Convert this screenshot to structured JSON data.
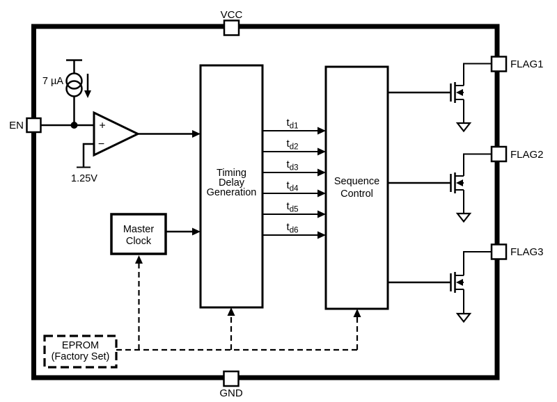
{
  "colors": {
    "line": "#000000",
    "background": "#ffffff"
  },
  "pins": {
    "vcc": {
      "label": "VCC"
    },
    "gnd": {
      "label": "GND"
    },
    "en": {
      "label": "EN"
    },
    "flag1": {
      "label": "FLAG1"
    },
    "flag2": {
      "label": "FLAG2"
    },
    "flag3": {
      "label": "FLAG3"
    }
  },
  "blocks": {
    "timing_delay_generation": {
      "line1": "Timing",
      "line2": "Delay",
      "line3": "Generation"
    },
    "sequence_control": {
      "line1": "Sequence",
      "line2": "Control"
    },
    "master_clock": {
      "line1": "Master",
      "line2": "Clock"
    },
    "eprom": {
      "line1": "EPROM",
      "line2": "(Factory Set)"
    }
  },
  "comparator": {
    "plus_input": "+",
    "minus_input": "−",
    "reference_voltage": "1.25V"
  },
  "current_source": {
    "value": "7 µA"
  },
  "delay_signals": [
    {
      "base": "t",
      "sub": "d1"
    },
    {
      "base": "t",
      "sub": "d2"
    },
    {
      "base": "t",
      "sub": "d3"
    },
    {
      "base": "t",
      "sub": "d4"
    },
    {
      "base": "t",
      "sub": "d5"
    },
    {
      "base": "t",
      "sub": "d6"
    }
  ]
}
